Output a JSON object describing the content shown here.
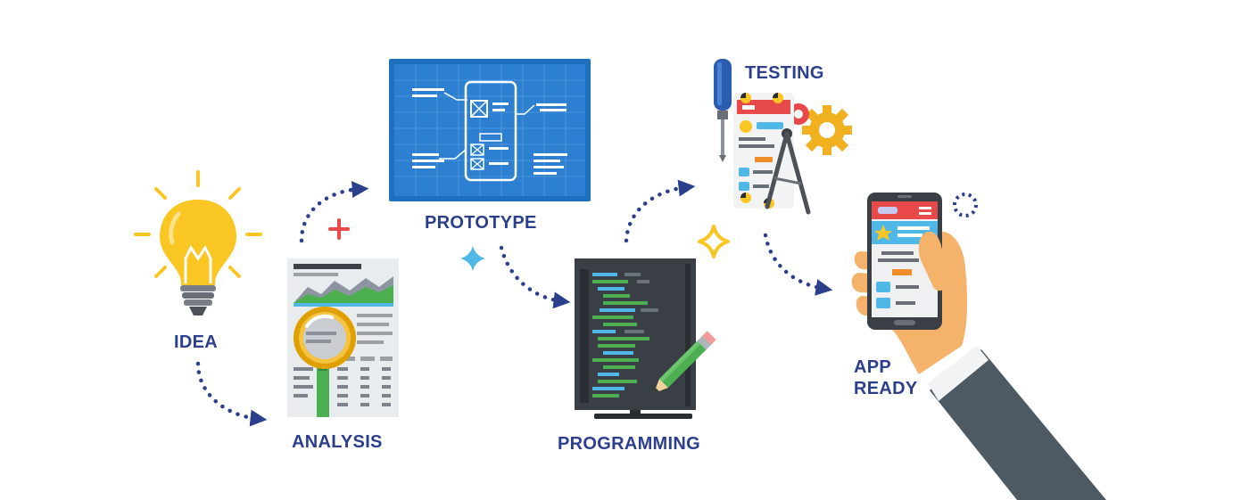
{
  "stages": {
    "idea": {
      "label": "IDEA"
    },
    "analysis": {
      "label": "ANALYSIS"
    },
    "prototype": {
      "label": "PROTOTYPE"
    },
    "programming": {
      "label": "PROGRAMMING"
    },
    "testing": {
      "label": "TESTING"
    },
    "app_ready": {
      "label": "APP READY"
    }
  },
  "colors": {
    "label_text": "#2b3f8c",
    "arrow": "#2b3f8c",
    "blueprint": "#1f6fbf",
    "bulb": "#f9c623",
    "screen_dark": "#3a3f45",
    "accent_red": "#e84a4a",
    "accent_yellow": "#f9c623",
    "accent_teal": "#4fb8e6",
    "sleeve": "#4d5a63",
    "skin": "#f5b26b"
  },
  "icons": [
    "lightbulb-icon",
    "document-chart-icon",
    "magnifier-icon",
    "blueprint-icon",
    "code-monitor-icon",
    "pencil-icon",
    "screwdriver-icon",
    "gear-icon",
    "compass-icon",
    "smartphone-icon",
    "hand-icon",
    "plus-icon",
    "sparkle-icon"
  ]
}
